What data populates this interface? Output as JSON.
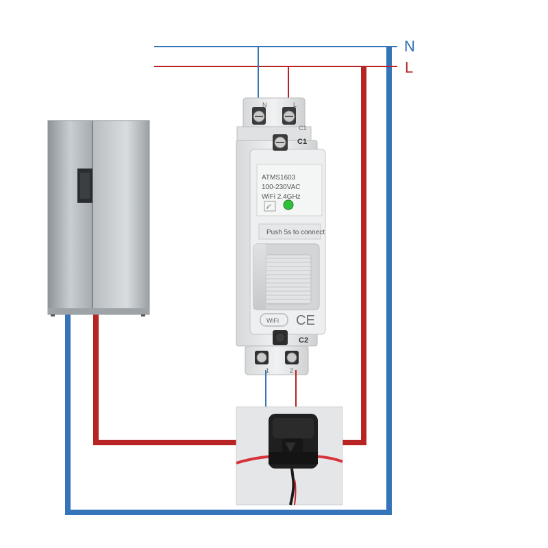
{
  "lines": {
    "neutral_label": "N",
    "live_label": "L",
    "neutral_color": "#2e6fb0",
    "live_color": "#b52a2a"
  },
  "device": {
    "model": "ATMS1603",
    "voltage": "100-230VAC",
    "wifi": "WiFi 2.4GHz",
    "button_text": "Push 5s to connect",
    "wifi_badge": "WiFi",
    "ce_mark": "CE",
    "terminal_n": "N",
    "terminal_l": "L",
    "c1_small": "C1",
    "c1_label": "C1",
    "c2_label": "C2",
    "terminal_1": "1",
    "terminal_2": "2",
    "led_color": "#2fbf3a"
  },
  "icons": {
    "appliance": "refrigerator-icon",
    "clamp": "current-transformer-clamp-icon"
  }
}
